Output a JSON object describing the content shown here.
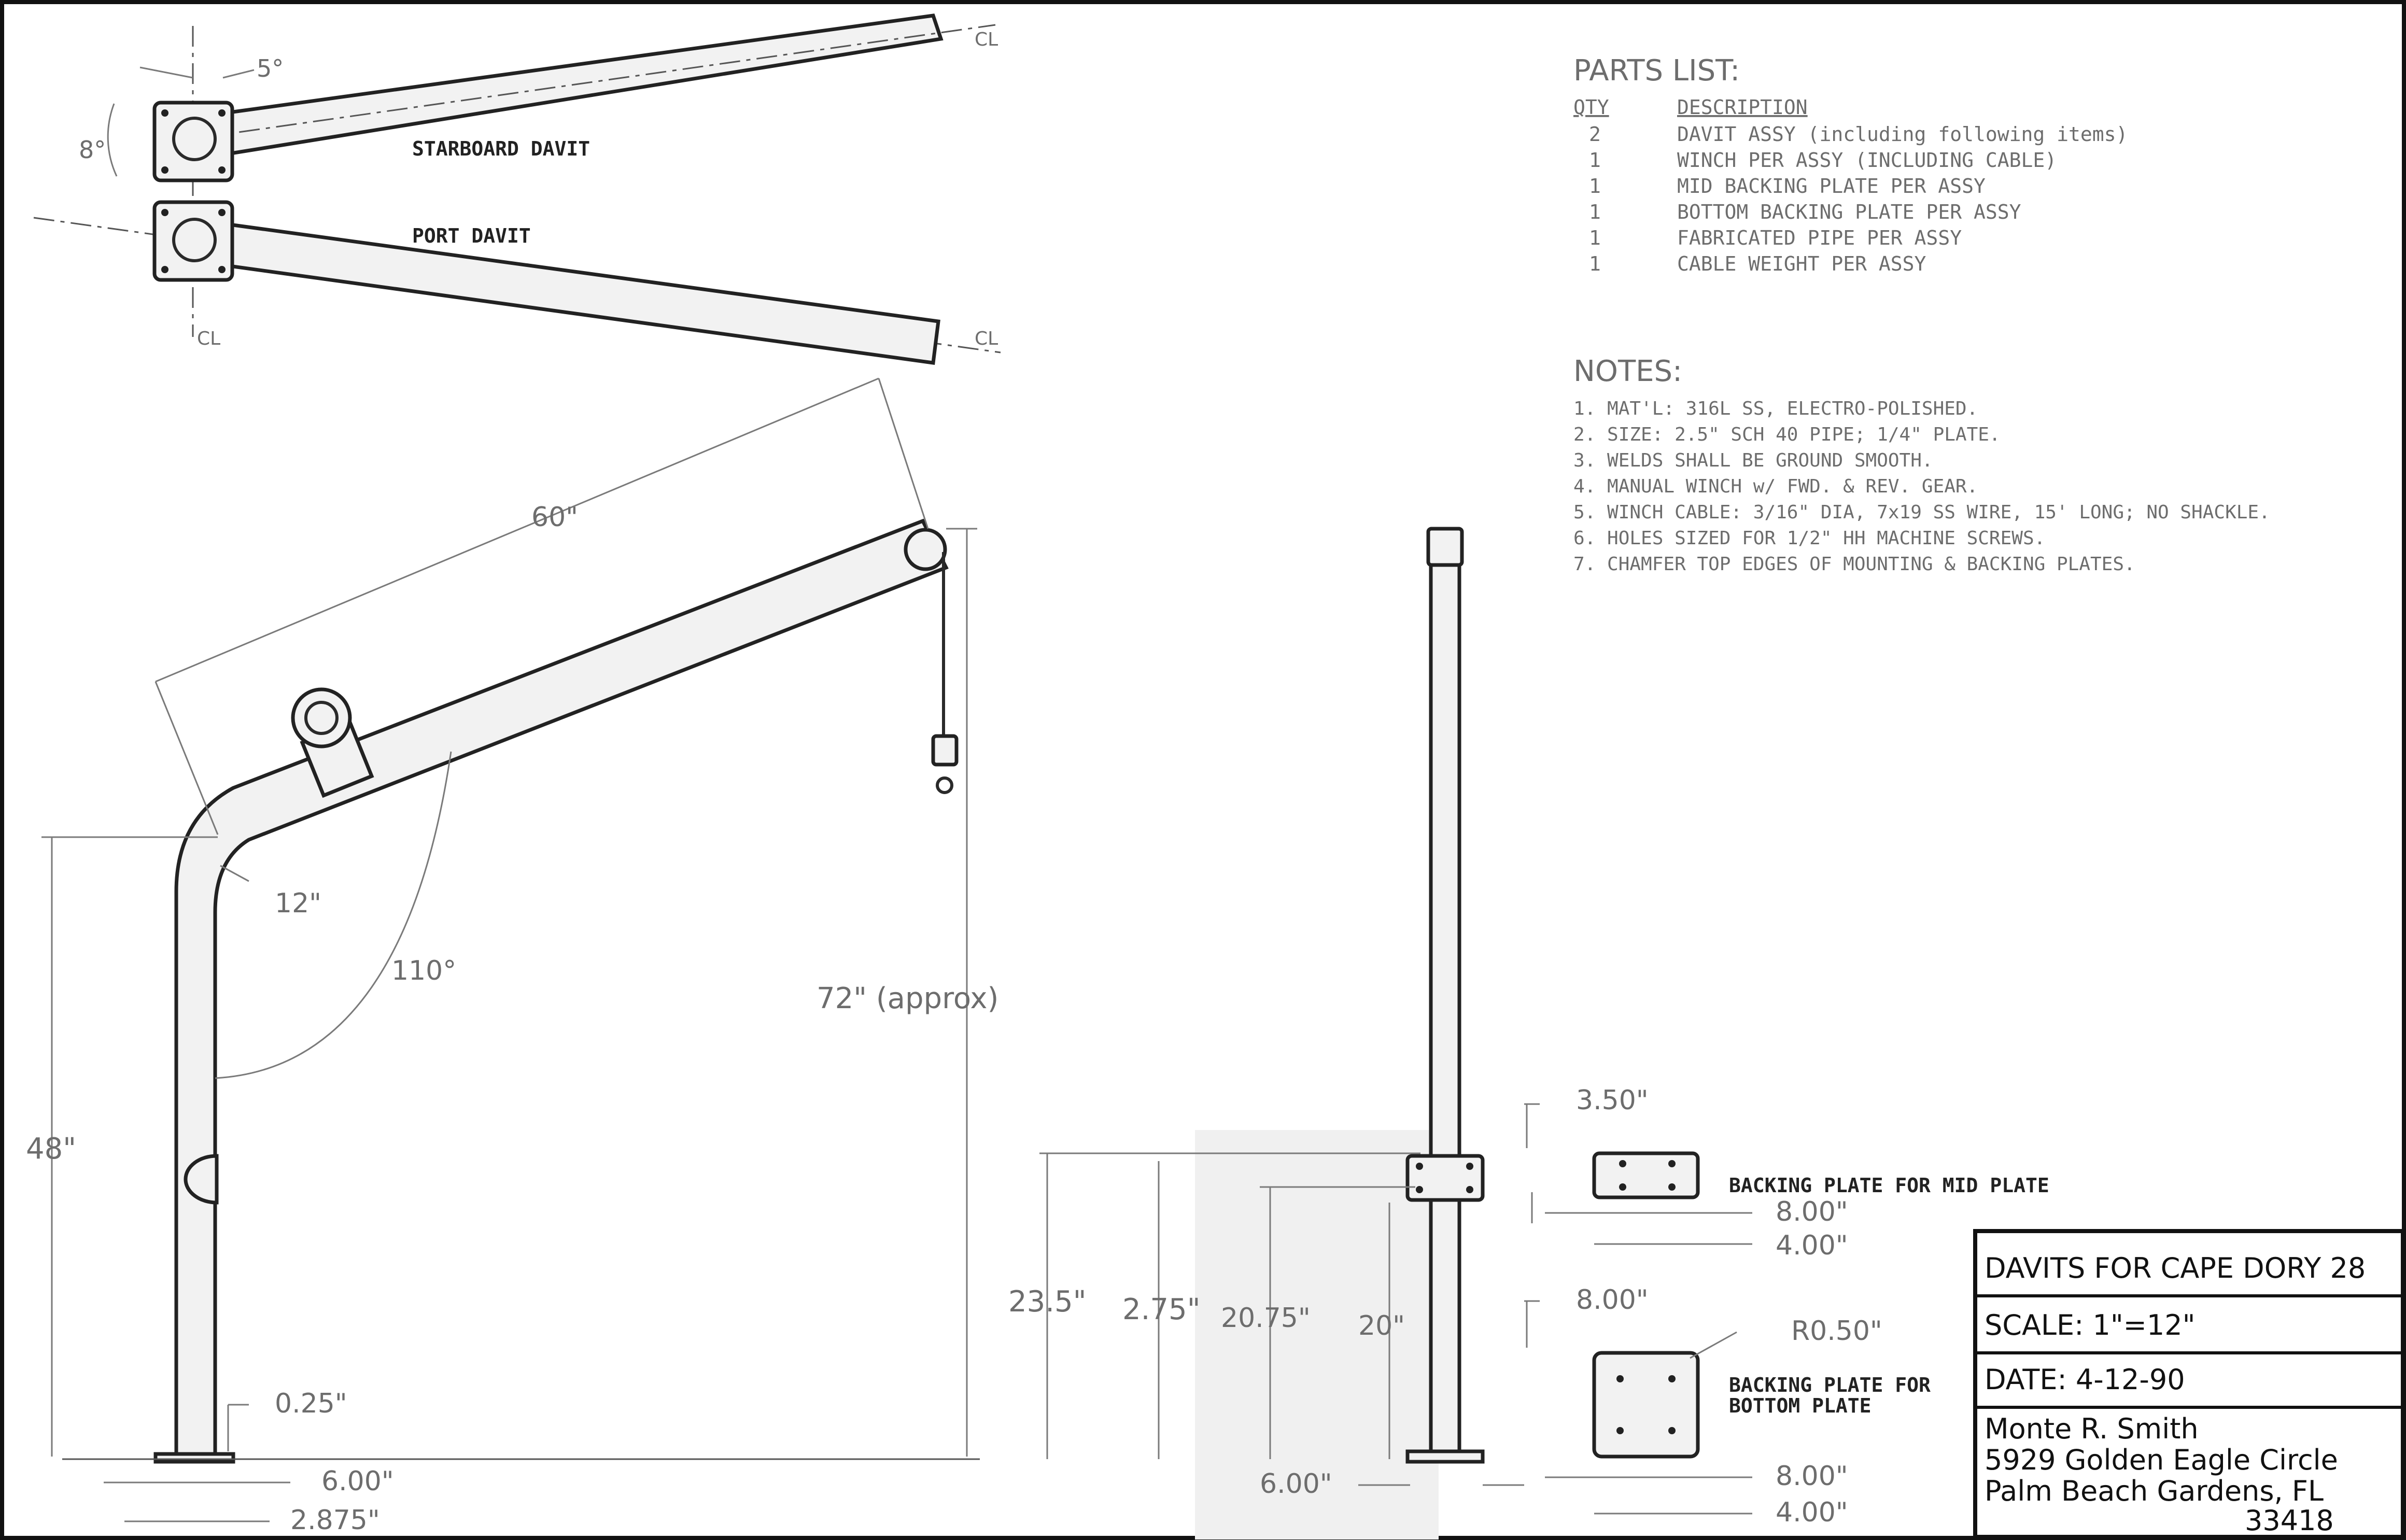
{
  "top_view": {
    "starboard_label": "STARBOARD DAVIT",
    "port_label": "PORT DAVIT",
    "cl_label": "CL",
    "angle_5": "5°",
    "angle_8": "8°"
  },
  "side_view": {
    "dim_60": "60\"",
    "dim_12": "12\"",
    "dim_110": "110°",
    "dim_72": "72\" (approx)",
    "dim_48": "48\"",
    "dim_025": "0.25\"",
    "dim_600": "6.00\"",
    "dim_2875": "2.875\""
  },
  "front_view": {
    "dim_235": "23.5\"",
    "dim_275": "2.75\"",
    "dim_2075": "20.75\"",
    "dim_20": "20\"",
    "dim_600": "6.00\""
  },
  "backing_plates": {
    "mid_label": "BACKING PLATE FOR MID PLATE",
    "mid_dim_350": "3.50\"",
    "mid_dim_800": "8.00\"",
    "mid_dim_400": "4.00\"",
    "bottom_label_1": "BACKING PLATE FOR",
    "bottom_label_2": "BOTTOM PLATE",
    "bottom_dim_800_top": "8.00\"",
    "bottom_radius": "R0.50\"",
    "bottom_dim_800": "8.00\"",
    "bottom_dim_400": "4.00\""
  },
  "parts_list": {
    "title": "PARTS LIST:",
    "qty_header": "QTY",
    "desc_header": "DESCRIPTION",
    "rows": [
      {
        "qty": "2",
        "desc": "DAVIT ASSY (including following items)"
      },
      {
        "qty": "1",
        "desc": "WINCH PER ASSY (INCLUDING CABLE)"
      },
      {
        "qty": "1",
        "desc": "MID BACKING PLATE PER ASSY"
      },
      {
        "qty": "1",
        "desc": "BOTTOM BACKING PLATE PER ASSY"
      },
      {
        "qty": "1",
        "desc": "FABRICATED PIPE PER ASSY"
      },
      {
        "qty": "1",
        "desc": "CABLE WEIGHT PER ASSY"
      }
    ]
  },
  "notes": {
    "title": "NOTES:",
    "items": [
      "1.  MAT'L: 316L SS, ELECTRO-POLISHED.",
      "2.  SIZE:  2.5\" SCH 40 PIPE; 1/4\" PLATE.",
      "3.  WELDS SHALL BE GROUND SMOOTH.",
      "4.  MANUAL WINCH w/ FWD. & REV. GEAR.",
      "5.  WINCH CABLE:  3/16\" DIA, 7x19 SS WIRE, 15' LONG; NO SHACKLE.",
      "6.  HOLES SIZED FOR 1/2\" HH MACHINE SCREWS.",
      "7.  CHAMFER TOP EDGES OF MOUNTING & BACKING PLATES."
    ]
  },
  "title_block": {
    "title": "DAVITS FOR CAPE DORY 28",
    "scale": "SCALE:   1\"=12\"",
    "date": "DATE:  4-12-90",
    "name": "Monte R. Smith",
    "addr1": "5929 Golden Eagle Circle",
    "addr2": "Palm Beach Gardens, FL",
    "zip": "33418"
  }
}
